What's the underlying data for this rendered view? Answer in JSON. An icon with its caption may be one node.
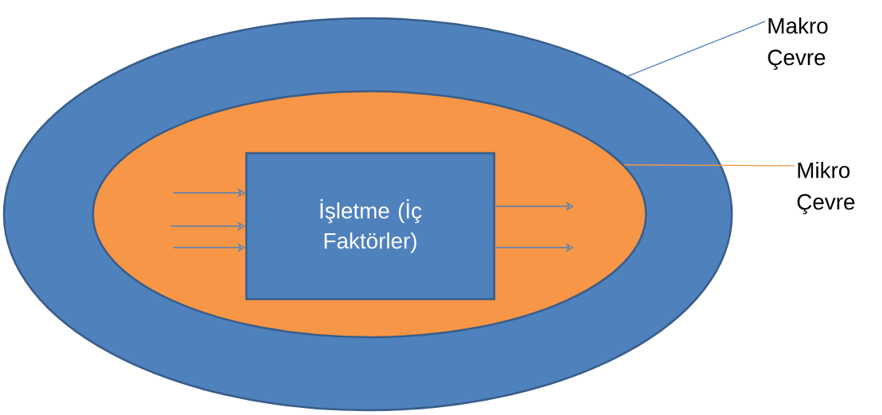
{
  "diagram": {
    "nodes": [
      {
        "text": [],
        "shape": "ellipse"
      },
      {
        "text": [],
        "shape": "ellipse",
        "in": 0
      },
      {
        "text": [
          "İşletme (İç Faktörler)"
        ],
        "in": 1
      },
      {
        "text": [
          "Makro Çevre"
        ]
      },
      {
        "text": [
          "Mikro Çevre"
        ]
      }
    ],
    "edges": [
      {
        "from": 3,
        "to": 0,
        "arrow": "none"
      },
      {
        "from": 4,
        "to": 1,
        "arrow": "none",
        "color": "#f79646"
      },
      {
        "from": null,
        "to": 2,
        "arrow": "to"
      },
      {
        "from": null,
        "to": 2,
        "arrow": "to"
      },
      {
        "from": null,
        "to": 2,
        "arrow": "to"
      },
      {
        "from": 2,
        "to": null,
        "arrow": "to"
      },
      {
        "from": 2,
        "to": null,
        "arrow": "to"
      }
    ]
  }
}
